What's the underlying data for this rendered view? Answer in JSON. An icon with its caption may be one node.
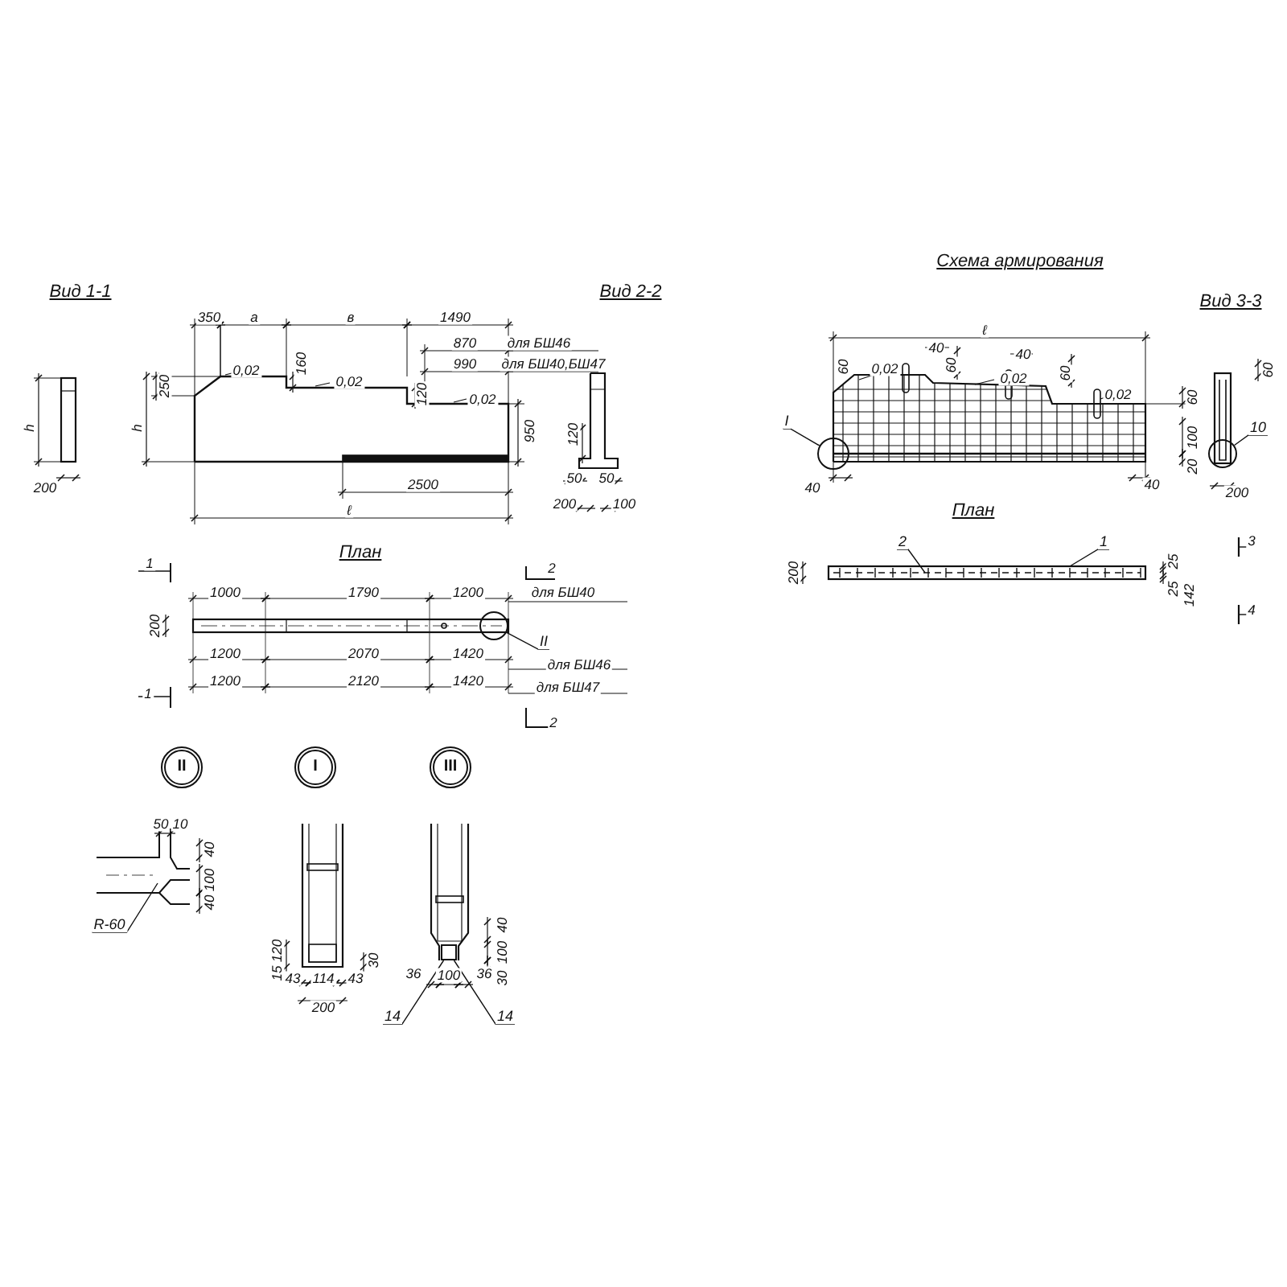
{
  "diagram": {
    "nodes": [
      {
        "text": [
          "I"
        ]
      },
      {
        "text": [
          "10"
        ]
      },
      {
        "text": [
          "II"
        ]
      },
      {
        "text": [
          "2"
        ]
      },
      {
        "text": [
          "1"
        ]
      },
      {
        "text": [
          "R-60"
        ]
      },
      {
        "text": [
          "14"
        ]
      },
      {
        "text": [
          "14"
        ]
      },
      {
        "text": [],
        "shape": "circle"
      },
      {
        "text": [],
        "shape": "circle"
      },
      {
        "text": [],
        "shape": "circle"
      },
      {
        "text": [],
        "shape": "box"
      }
    ],
    "edges": [
      {
        "from": 0,
        "to": 8,
        "arrow": "none"
      },
      {
        "from": 1,
        "to": 9,
        "arrow": "none"
      },
      {
        "from": 2,
        "to": 10,
        "arrow": "none"
      },
      {
        "from": 3,
        "to": null,
        "arrow": "none"
      },
      {
        "from": 4,
        "to": null,
        "arrow": "none"
      },
      {
        "from": 5,
        "to": null,
        "arrow": "none"
      },
      {
        "from": 6,
        "to": 11,
        "arrow": "none"
      },
      {
        "from": 7,
        "to": 11,
        "arrow": "none"
      }
    ],
    "labels": [
      "Вид 1-1",
      "Вид 2-2",
      "350",
      "а",
      "в",
      "1490",
      "870",
      "для БШ46",
      "990",
      "для БШ40,БШ47",
      "0,02",
      "160",
      "0,02",
      "250",
      "120",
      "0,02",
      "h",
      "h",
      "950",
      "200",
      "2500",
      "ℓ",
      "120",
      "50",
      "50",
      "200",
      "100",
      "План",
      "1",
      "2",
      "1000",
      "1790",
      "1200",
      "для БШ40",
      "200",
      "1200",
      "2070",
      "1420",
      "для БШ46",
      "1200",
      "2120",
      "1420",
      "для БШ47",
      "1",
      "2",
      "Схема армирования",
      "Вид 3-3",
      "ℓ",
      "60",
      "0,02",
      "40",
      "60",
      "0,02",
      "40",
      "60",
      "0,02",
      "60",
      "100",
      "40",
      "40",
      "20",
      "60",
      "200",
      "План",
      "200",
      "25",
      "25",
      "142",
      "3",
      "4",
      "II",
      "I",
      "III",
      "50",
      "10",
      "40",
      "100",
      "40",
      "15",
      "120",
      "30",
      "43",
      "114",
      "43",
      "200",
      "40",
      "100",
      "30",
      "36",
      "100",
      "36"
    ]
  }
}
